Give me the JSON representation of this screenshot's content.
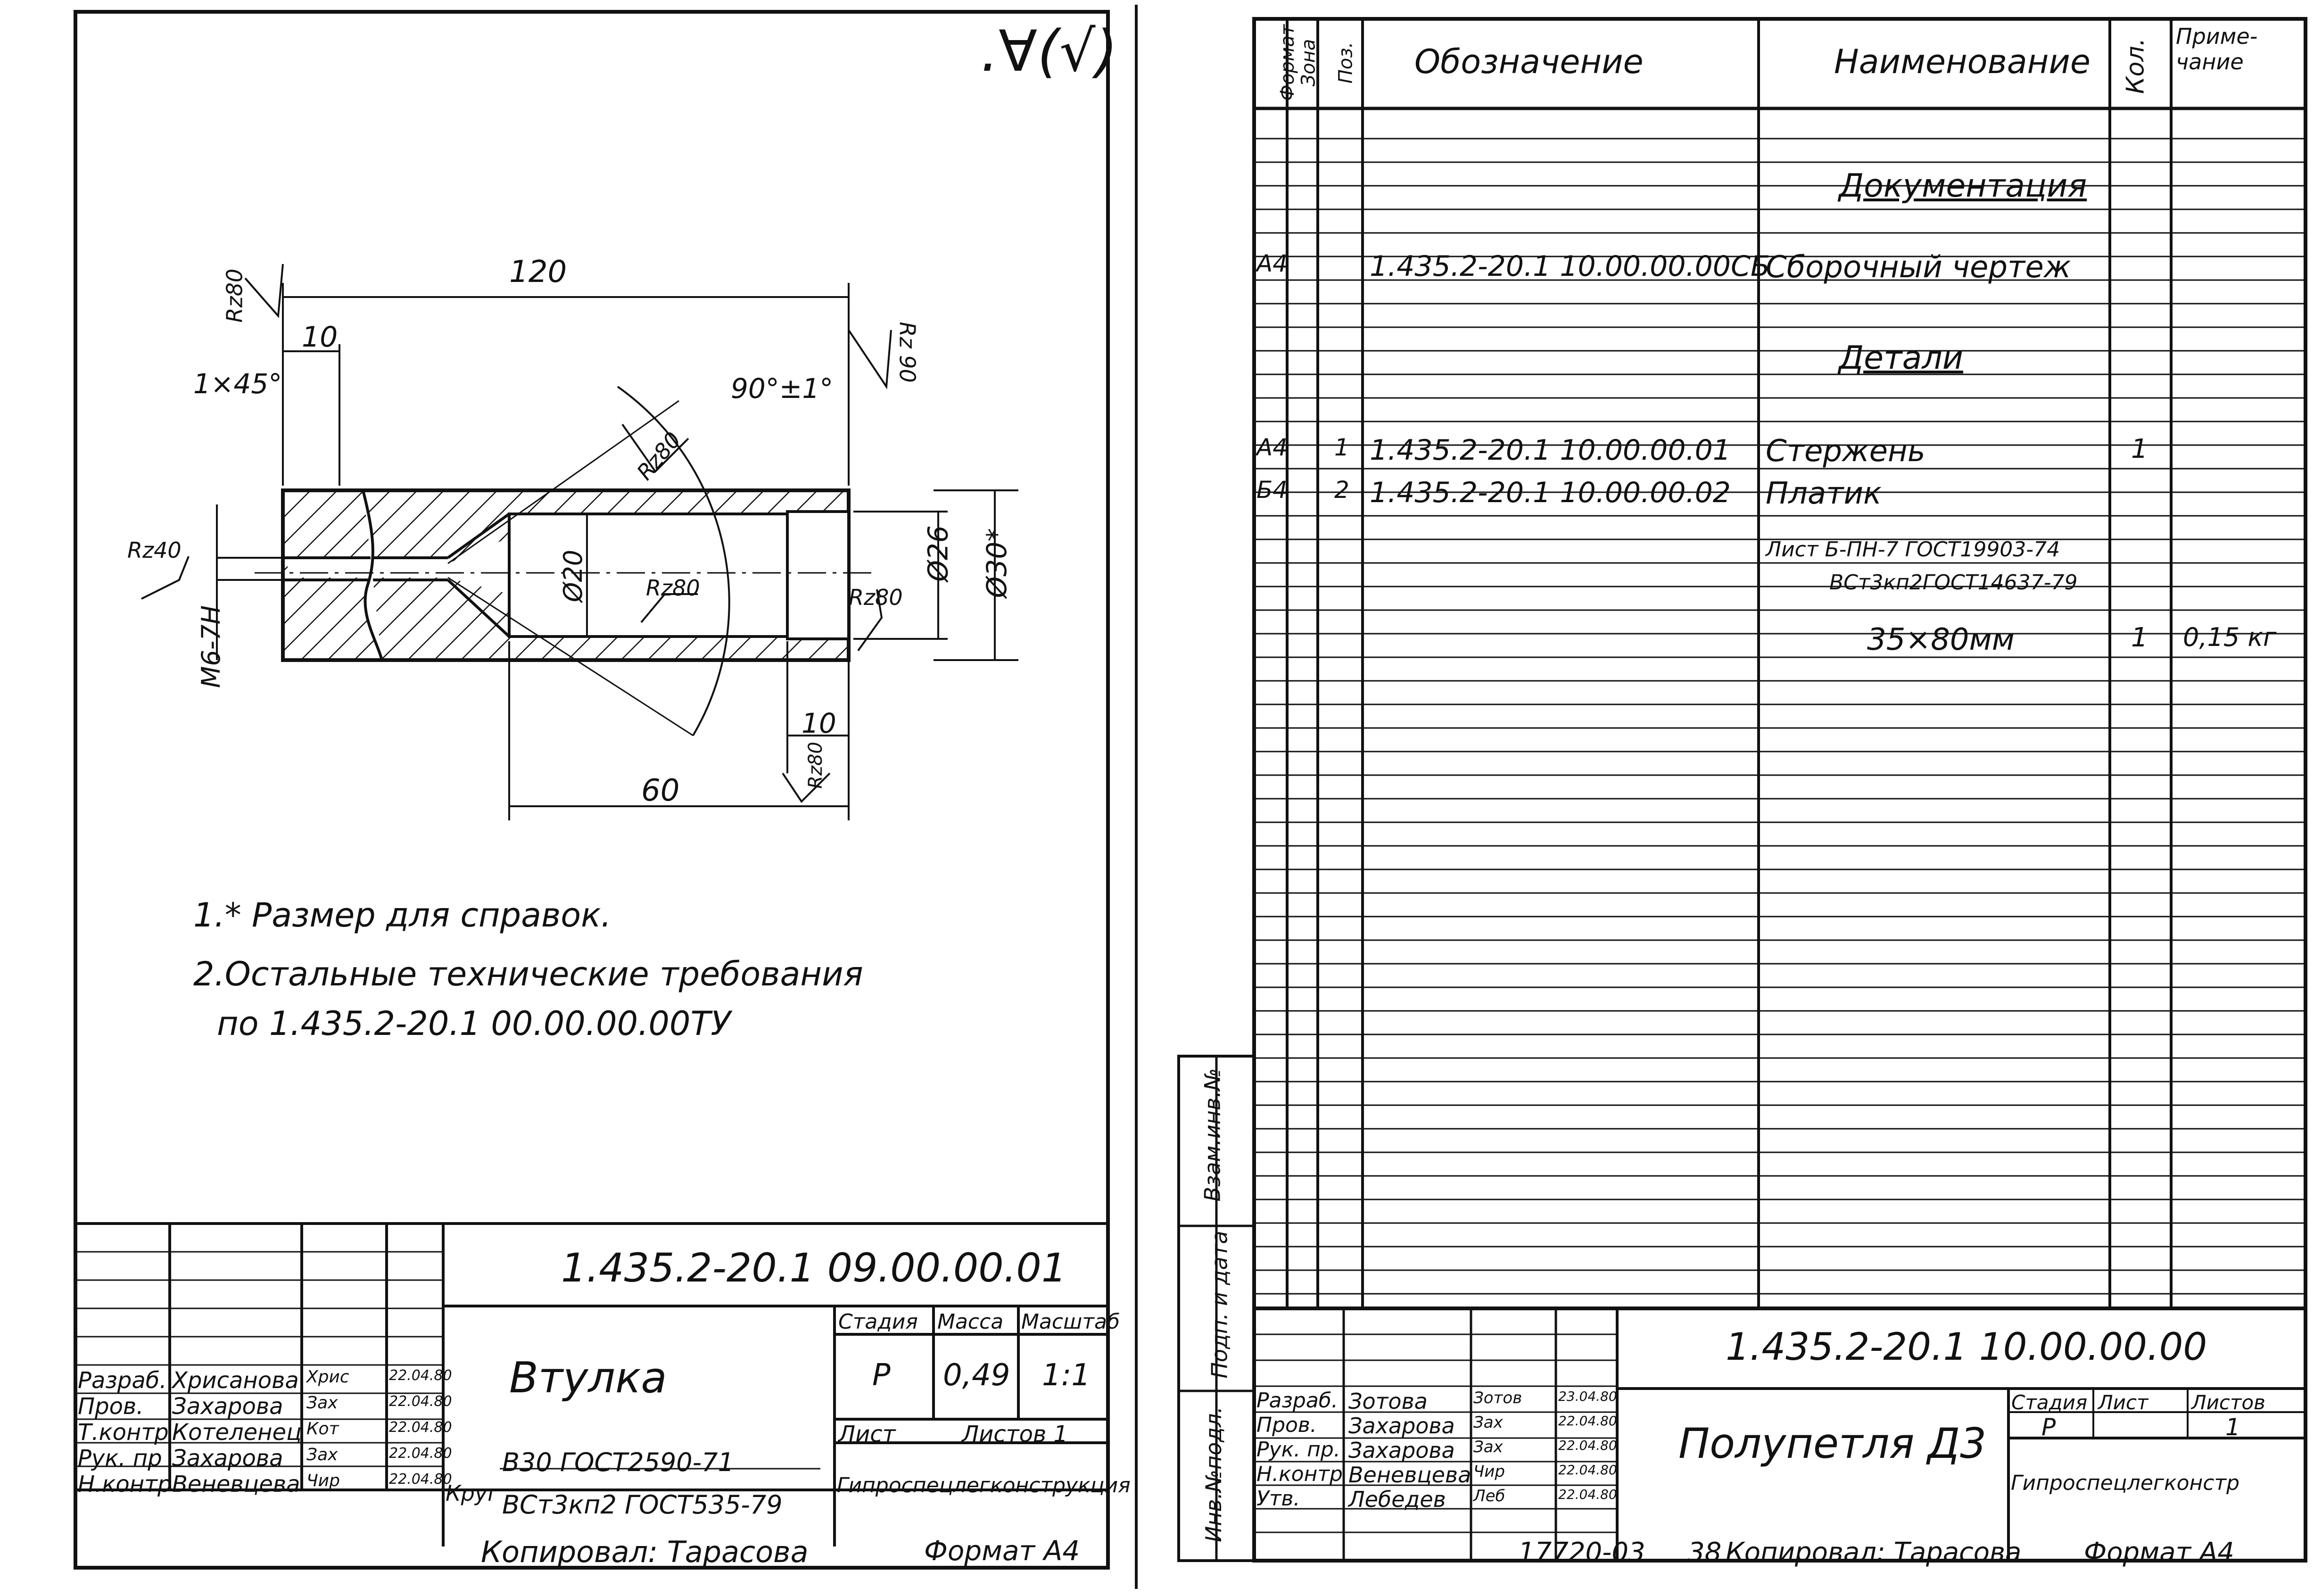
{
  "left_sheet": {
    "roughness_mark": ".∀(√)",
    "dims": {
      "len120": "120",
      "len10a": "10",
      "chamfer": "1×45°",
      "angle": "90°±1°",
      "rz80_a": "Rz80",
      "rz80_b": "Rz80",
      "rz80_c": "Rz80",
      "rz80_d": "Rz80",
      "rz80_e": "Rz80",
      "rz40": "Rz40",
      "rz90": "Rz 90",
      "thread": "M6-7H",
      "d20": "Ø20",
      "d26": "Ø26",
      "d30": "Ø30*",
      "len10b": "10",
      "len60": "60"
    },
    "notes": [
      "1.* Размер для справок.",
      "2.Остальные технические требования",
      "по 1.435.2-20.1 00.00.00.00ТУ"
    ],
    "title_block": {
      "designation": "1.435.2-20.1 09.00.00.01",
      "name": "Втулка",
      "stage_label": "Стадия",
      "mass_label": "Масса",
      "scale_label": "Масштаб",
      "stage": "Р",
      "mass": "0,49",
      "scale": "1:1",
      "sheet_label": "Лист",
      "sheets_label": "Листов 1",
      "material_prefix": "Круг",
      "material_line1": "В30 ГОСТ2590-71",
      "material_line2": "ВСт3кп2 ГОСТ535-79",
      "org": "Гипроспецлегконструкция",
      "rows": [
        {
          "role": "Разраб.",
          "name": "Хрисанова",
          "sign": "Хрис",
          "date": "22.04.80"
        },
        {
          "role": "Пров.",
          "name": "Захарова",
          "sign": "Зах",
          "date": "22.04.80"
        },
        {
          "role": "Т.контр",
          "name": "Котеленец",
          "sign": "Кот",
          "date": "22.04.80"
        },
        {
          "role": "Рук. пр",
          "name": "Захарова",
          "sign": "Зах",
          "date": "22.04.80"
        },
        {
          "role": "Н.контр",
          "name": "Веневцева",
          "sign": "Чир",
          "date": "22.04.80"
        }
      ],
      "copied": "Копировал: Тарасова",
      "format": "Формат А4"
    }
  },
  "right_sheet": {
    "headers": {
      "format": "Формат",
      "zone": "Зона",
      "pos": "Поз.",
      "designation": "Обозначение",
      "name": "Наименование",
      "qty": "Кол.",
      "note": "Приме-чание"
    },
    "rows": [
      {
        "format": "",
        "pos": "",
        "designation": "",
        "name": "",
        "qty": "",
        "note": ""
      },
      {
        "format": "",
        "pos": "",
        "designation": "",
        "name": "Документация",
        "qty": "",
        "note": ""
      },
      {
        "format": "",
        "pos": "",
        "designation": "",
        "name": "",
        "qty": "",
        "note": ""
      },
      {
        "format": "А4",
        "pos": "",
        "designation": "1.435.2-20.1 10.00.00.00СБ",
        "name": "Сборочный чертеж",
        "qty": "",
        "note": ""
      },
      {
        "format": "",
        "pos": "",
        "designation": "",
        "name": "",
        "qty": "",
        "note": ""
      },
      {
        "format": "",
        "pos": "",
        "designation": "",
        "name": "Детали",
        "qty": "",
        "note": ""
      },
      {
        "format": "",
        "pos": "",
        "designation": "",
        "name": "",
        "qty": "",
        "note": ""
      },
      {
        "format": "А4",
        "pos": "1",
        "designation": "1.435.2-20.1 10.00.00.01",
        "name": "Стержень",
        "qty": "1",
        "note": ""
      },
      {
        "format": "Б4",
        "pos": "2",
        "designation": "1.435.2-20.1 10.00.00.02",
        "name": "Платик",
        "qty": "",
        "note": ""
      },
      {
        "format": "",
        "pos": "",
        "designation": "",
        "name": "Лист Б-ПН-7 ГОСТ19903-74",
        "qty": "",
        "note": ""
      },
      {
        "format": "",
        "pos": "",
        "designation": "",
        "name": "ВСт3кп2ГОСТ14637-79",
        "qty": "",
        "note": ""
      },
      {
        "format": "",
        "pos": "",
        "designation": "",
        "name": "35×80мм",
        "qty": "1",
        "note": "0,15 кг"
      }
    ],
    "side_labels": [
      "Инв.№подл.",
      "Подп. и дата",
      "Взам.инв.№"
    ],
    "title_block": {
      "designation": "1.435.2-20.1 10.00.00.00",
      "name": "Полупетля Д3",
      "stage_label": "Стадия",
      "sheet_label": "Лист",
      "sheets_label": "Листов",
      "stage": "Р",
      "sheets": "1",
      "org": "Гипроспецлегконстр",
      "rows": [
        {
          "role": "Разраб.",
          "name": "Зотова",
          "sign": "Зотов",
          "date": "23.04.80"
        },
        {
          "role": "Пров.",
          "name": "Захарова",
          "sign": "Зах",
          "date": "22.04.80"
        },
        {
          "role": "Рук. пр.",
          "name": "Захарова",
          "sign": "Зах",
          "date": "22.04.80"
        },
        {
          "role": "Н.контр",
          "name": "Веневцева",
          "sign": "Чир",
          "date": "22.04.80"
        },
        {
          "role": "Утв.",
          "name": "Лебедев",
          "sign": "Леб",
          "date": "22.04.80"
        }
      ],
      "footer_num": "17720-03",
      "footer_page": "38",
      "copied": "Копировал: Тарасова",
      "format": "Формат А4"
    }
  }
}
